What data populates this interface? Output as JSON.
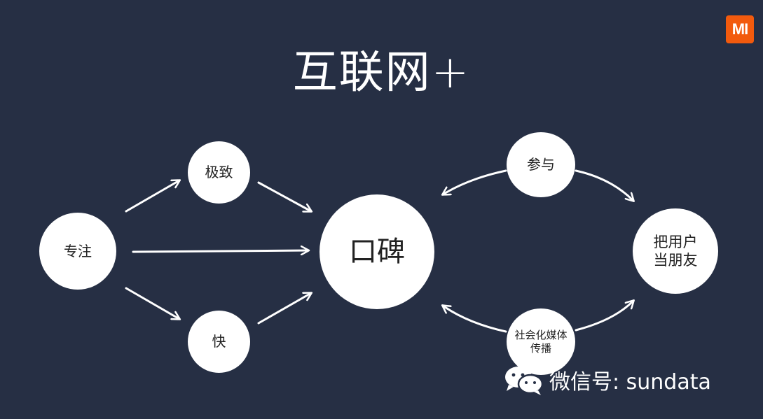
{
  "title": "互联网+",
  "logo": "MI",
  "nodes": {
    "zhuanzhu": "专注",
    "jizhi": "极致",
    "kuai": "快",
    "koubei": "口碑",
    "canyu": "参与",
    "shehui": "社会化媒体传播",
    "baiyonghu": "把用户当朋友"
  },
  "watermark": {
    "text": "微信号: sundata",
    "icon": "wechat-icon"
  },
  "colors": {
    "background": "#262f44",
    "node": "#ffffff",
    "logo": "#f25a0d",
    "arrow": "#ffffff"
  }
}
